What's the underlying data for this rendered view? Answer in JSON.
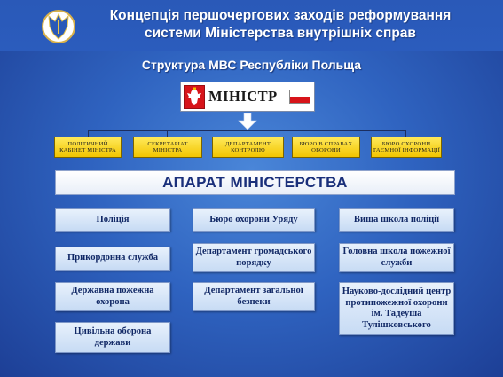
{
  "header": {
    "title_line1": "Концепція першочергових заходів реформування",
    "title_line2": "системи Міністерства внутрішніх справ"
  },
  "subtitle": "Структура МВС Республіки Польща",
  "minister": {
    "label": "МІНІСТР"
  },
  "top_units": [
    {
      "label": "ПОЛІТИЧНИЙ КАБІНЕТ МІНІСТРА"
    },
    {
      "label": "СЕКРЕТАРІАТ МІНІСТРА"
    },
    {
      "label": "ДЕПАРТАМЕНТ КОНТРОЛЮ"
    },
    {
      "label": "БЮРО В СПРАВАХ ОБОРОНИ"
    },
    {
      "label": "БЮРО ОХОРОНИ ТАЄМНОЇ ІНФОРМАЦІЇ"
    }
  ],
  "apparatus": {
    "label": "АПАРАТ МІНІСТЕРСТВА"
  },
  "columns": [
    [
      {
        "label": "Поліція"
      },
      {
        "label": "Прикордонна служба"
      },
      {
        "label": "Державна пожежна охорона"
      },
      {
        "label": "Цивільна оборона держави"
      }
    ],
    [
      {
        "label": "Бюро охорони Уряду"
      },
      {
        "label": "Департамент громадського порядку"
      },
      {
        "label": "Департамент загальної безпеки"
      }
    ],
    [
      {
        "label": "Вища школа поліції"
      },
      {
        "label": "Головна школа пожежної служби"
      },
      {
        "label": "Науково-дослідний центр протипожежної охорони ім. Тадеуша Тулішковського"
      }
    ]
  ],
  "colors": {
    "yellow_fill": "#f2c500",
    "unit_text": "#122966",
    "eagle_red": "#d7141a"
  },
  "icons": {
    "emblem": "trident-emblem-icon",
    "eagle": "polish-eagle-icon",
    "flag": "polish-flag-icon",
    "arrow": "arrow-down-icon"
  }
}
